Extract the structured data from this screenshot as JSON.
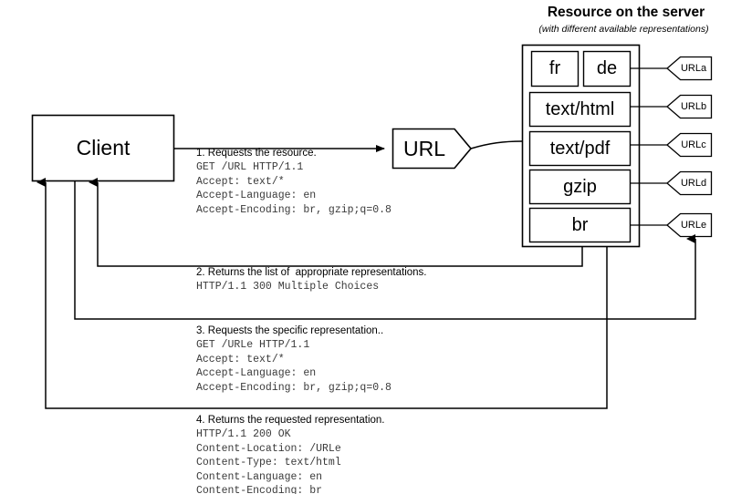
{
  "server": {
    "title": "Resource on the server",
    "subtitle": "(with different available representations)",
    "representations": [
      {
        "id": "fr",
        "label": "fr"
      },
      {
        "id": "de",
        "label": "de"
      },
      {
        "id": "text-html",
        "label": "text/html"
      },
      {
        "id": "text-pdf",
        "label": "text/pdf"
      },
      {
        "id": "gzip",
        "label": "gzip"
      },
      {
        "id": "br",
        "label": "br"
      }
    ],
    "url_tags": [
      {
        "id": "urla",
        "label": "URLa"
      },
      {
        "id": "urlb",
        "label": "URLb"
      },
      {
        "id": "urlc",
        "label": "URLc"
      },
      {
        "id": "urld",
        "label": "URLd"
      },
      {
        "id": "urle",
        "label": "URLe"
      }
    ]
  },
  "client": {
    "label": "Client"
  },
  "url_node": {
    "label": "URL"
  },
  "messages": [
    {
      "id": "msg1",
      "title": "1. Requests the resource.",
      "lines": [
        "GET /URL HTTP/1.1",
        "Accept: text/*",
        "Accept-Language: en",
        "Accept-Encoding: br, gzip;q=0.8"
      ]
    },
    {
      "id": "msg2",
      "title": "2. Returns the list of  appropriate representations.",
      "lines": [
        "HTTP/1.1 300 Multiple Choices"
      ]
    },
    {
      "id": "msg3",
      "title": "3. Requests the specific representation..",
      "lines": [
        "GET /URLe HTTP/1.1",
        "Accept: text/*",
        "Accept-Language: en",
        "Accept-Encoding: br, gzip;q=0.8"
      ]
    },
    {
      "id": "msg4",
      "title": "4. Returns the requested representation.",
      "lines": [
        "HTTP/1.1 200 OK",
        "Content-Location: /URLe",
        "Content-Type: text/html",
        "Content-Language: en",
        "Content-Encoding: br"
      ]
    }
  ],
  "colors": {
    "stroke": "#000000",
    "background": "#ffffff",
    "mono_text": "#3a3a3a"
  }
}
